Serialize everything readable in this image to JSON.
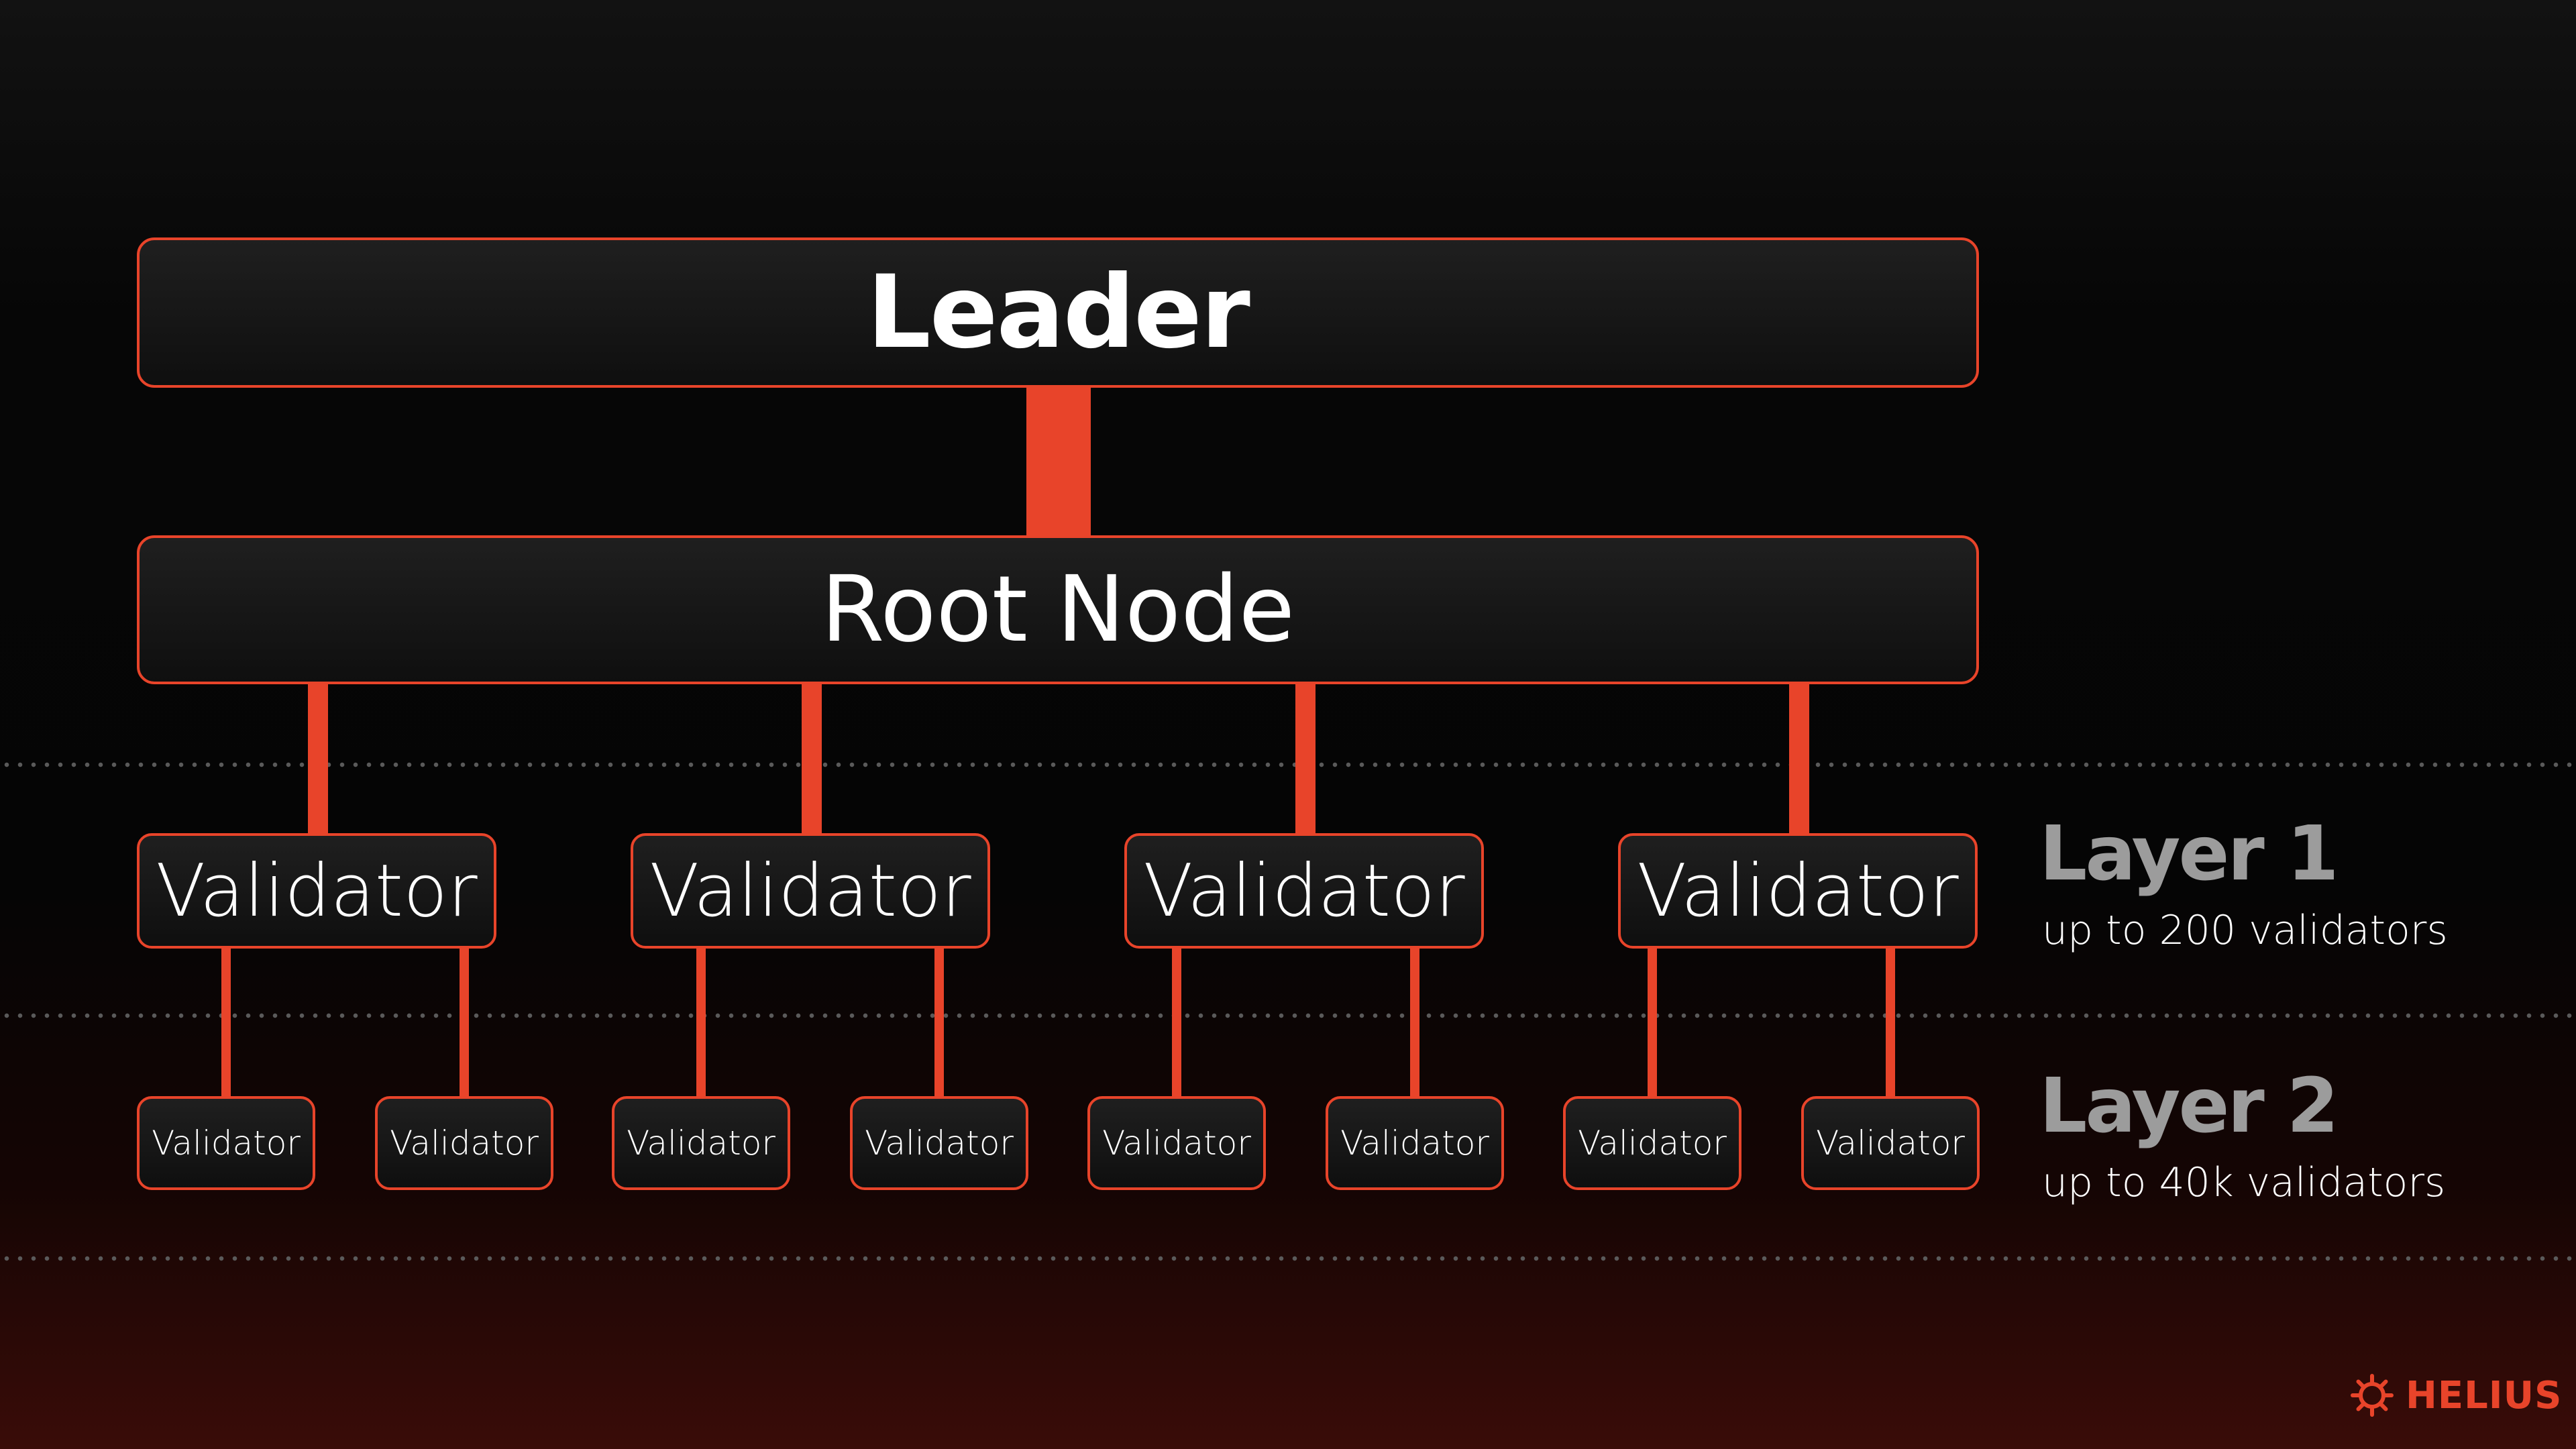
{
  "diagram": {
    "leader_label": "Leader",
    "root_label": "Root Node",
    "layer1": {
      "title": "Layer 1",
      "subtitle": "up to 200 validators",
      "nodes": [
        "Validator",
        "Validator",
        "Validator",
        "Validator"
      ]
    },
    "layer2": {
      "title": "Layer 2",
      "subtitle": "up to 40k validators",
      "nodes": [
        "Validator",
        "Validator",
        "Validator",
        "Validator",
        "Validator",
        "Validator",
        "Validator",
        "Validator"
      ]
    }
  },
  "brand": {
    "name": "HELIUS",
    "icon": "helius-logo-icon"
  },
  "colors": {
    "accent": "#e8442a",
    "layer_title": "#9c9c9c",
    "text": "#ffffff",
    "box_fill": "#141414"
  }
}
